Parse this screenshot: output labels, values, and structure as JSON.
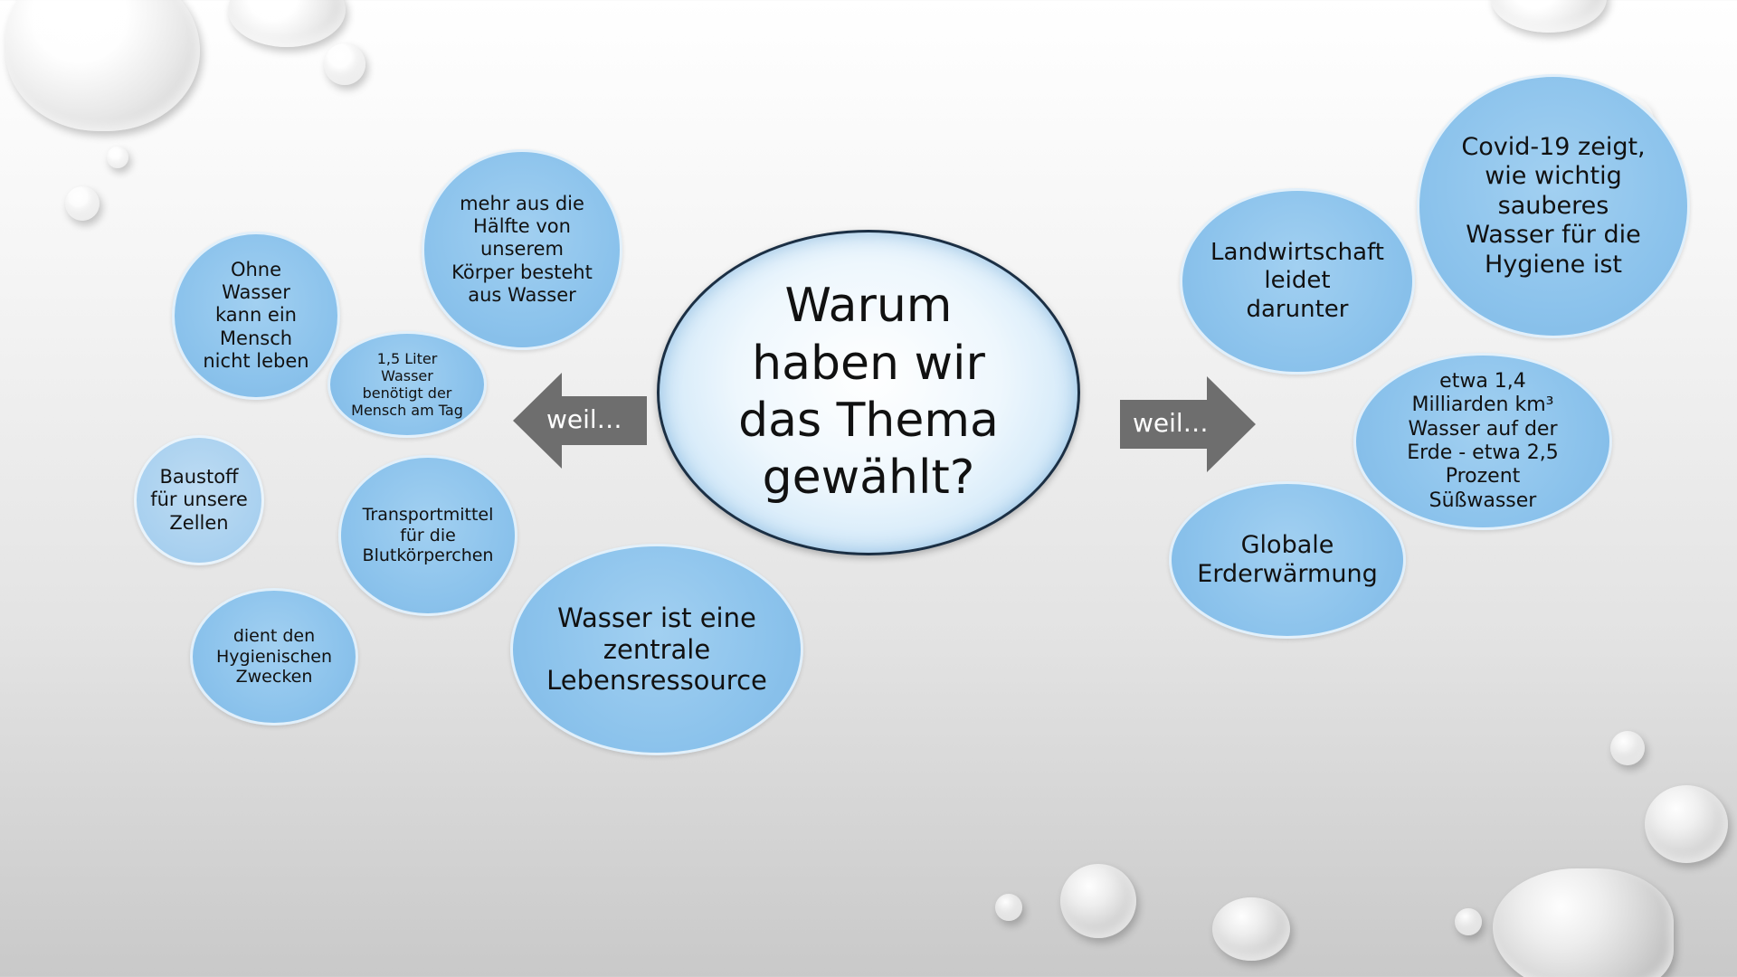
{
  "slide": {
    "center_question": "Warum\nhaben wir\ndas Thema\ngewählt?",
    "left_arrow_label": "weil…",
    "right_arrow_label": "weil…",
    "left_bubbles": {
      "half_body": "mehr aus die\nHälfte von\nunserem\nKörper besteht\naus Wasser",
      "no_life": "Ohne\nWasser\nkann ein\nMensch\nnicht leben",
      "liters": "1,5 Liter\nWasser\nbenötigt der\nMensch am Tag",
      "building": "Baustoff\nfür unsere\nZellen",
      "transport": "Transportmittel\nfür die\nBlutkörperchen",
      "hygiene": "dient den\nHygienischen\nZwecken",
      "resource": "Wasser ist eine\nzentrale\nLebensressource"
    },
    "right_bubbles": {
      "agriculture": "Landwirtschaft\nleidet\ndarunter",
      "covid": "Covid-19 zeigt,\nwie wichtig\nsauberes\nWasser für die\nHygiene ist",
      "freshwater": "etwa 1,4\nMilliarden km³\nWasser auf der\nErde - etwa 2,5\nProzent\nSüßwasser",
      "warming": "Globale\nErderwärmung"
    }
  },
  "colors": {
    "bubble": "#8cc3ec",
    "arrow": "#6e6e6e",
    "center_border": "#1b2f44"
  }
}
